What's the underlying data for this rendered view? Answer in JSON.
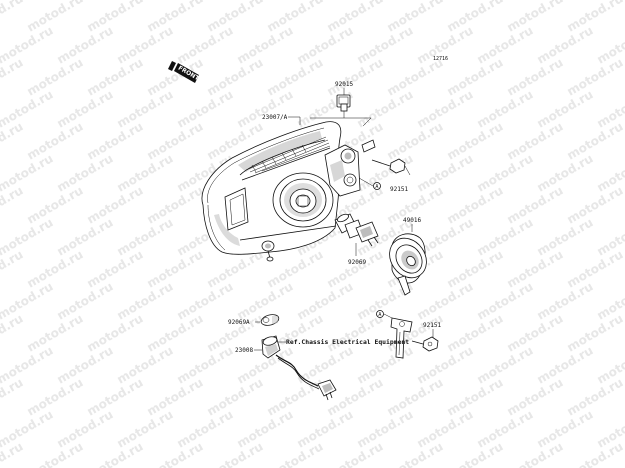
{
  "watermark": {
    "text": "motod.ru"
  },
  "diagram_code": "12716",
  "front_tag": {
    "text": "FRONT"
  },
  "parts": [
    {
      "ref": "23007/A"
    },
    {
      "ref": "92015"
    },
    {
      "ref": "92151"
    },
    {
      "ref": "49016"
    },
    {
      "ref": "92069"
    },
    {
      "ref": "92069A"
    },
    {
      "ref": "23008"
    },
    {
      "ref": "92151"
    }
  ],
  "callouts": {
    "ref_a": "A"
  },
  "note": {
    "text": "Ref.Chassis Electrical Equipment"
  }
}
